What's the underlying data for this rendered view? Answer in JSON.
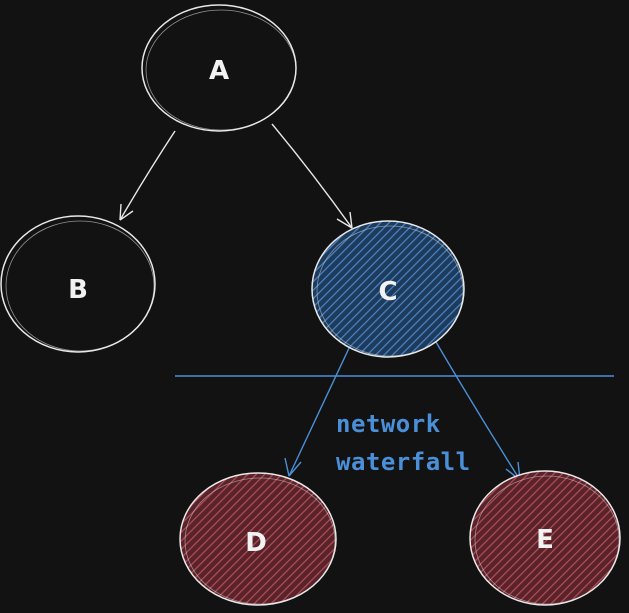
{
  "diagram": {
    "nodes": [
      {
        "id": "A",
        "label": "A",
        "style": "plain"
      },
      {
        "id": "B",
        "label": "B",
        "style": "plain"
      },
      {
        "id": "C",
        "label": "C",
        "style": "blue"
      },
      {
        "id": "D",
        "label": "D",
        "style": "red"
      },
      {
        "id": "E",
        "label": "E",
        "style": "red"
      }
    ],
    "edges": [
      {
        "from": "A",
        "to": "B"
      },
      {
        "from": "A",
        "to": "C"
      },
      {
        "from": "C",
        "to": "D"
      },
      {
        "from": "C",
        "to": "E"
      }
    ],
    "annotation": {
      "line1": "network",
      "line2": "waterfall"
    },
    "colors": {
      "background": "#121212",
      "outline": "#e8e8e8",
      "blue_fill": "#2f5f93",
      "red_fill": "#8a3a45",
      "annotation": "#4a90d9"
    }
  }
}
